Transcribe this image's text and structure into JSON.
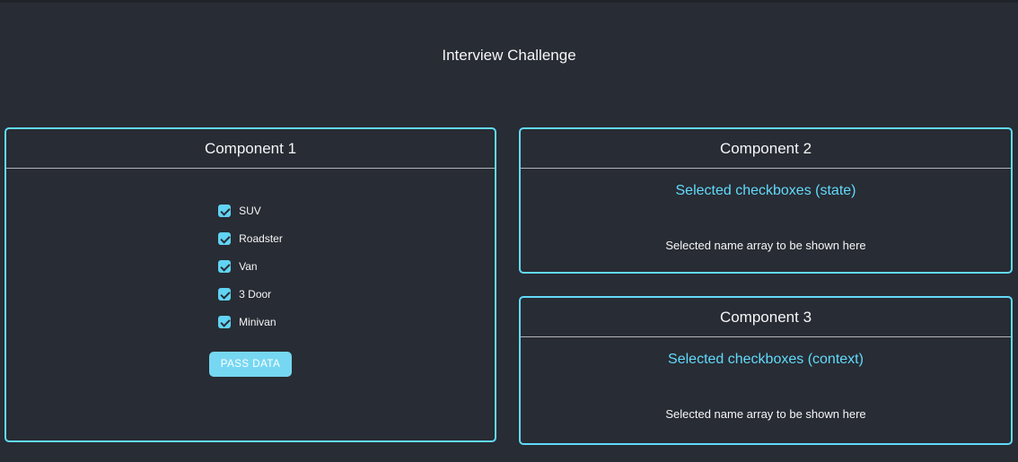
{
  "page": {
    "title": "Interview Challenge"
  },
  "colors": {
    "background": "#282c34",
    "accent": "#61dafb",
    "panel_border": "#61dafb",
    "checkbox_fill": "#61d3f3",
    "button_bg": "#76d7f2",
    "heading_blue": "#61dafb",
    "text": "#f5f6f7"
  },
  "component1": {
    "title": "Component 1",
    "checkboxes": [
      {
        "label": "SUV",
        "checked": true
      },
      {
        "label": "Roadster",
        "checked": true
      },
      {
        "label": "Van",
        "checked": true
      },
      {
        "label": "3 Door",
        "checked": true
      },
      {
        "label": "Minivan",
        "checked": true
      }
    ],
    "button_label": "PASS DATA"
  },
  "component2": {
    "title": "Component 2",
    "heading": "Selected checkboxes (state)",
    "placeholder": "Selected name array to be shown here"
  },
  "component3": {
    "title": "Component 3",
    "heading": "Selected checkboxes (context)",
    "placeholder": "Selected name array to be shown here"
  }
}
